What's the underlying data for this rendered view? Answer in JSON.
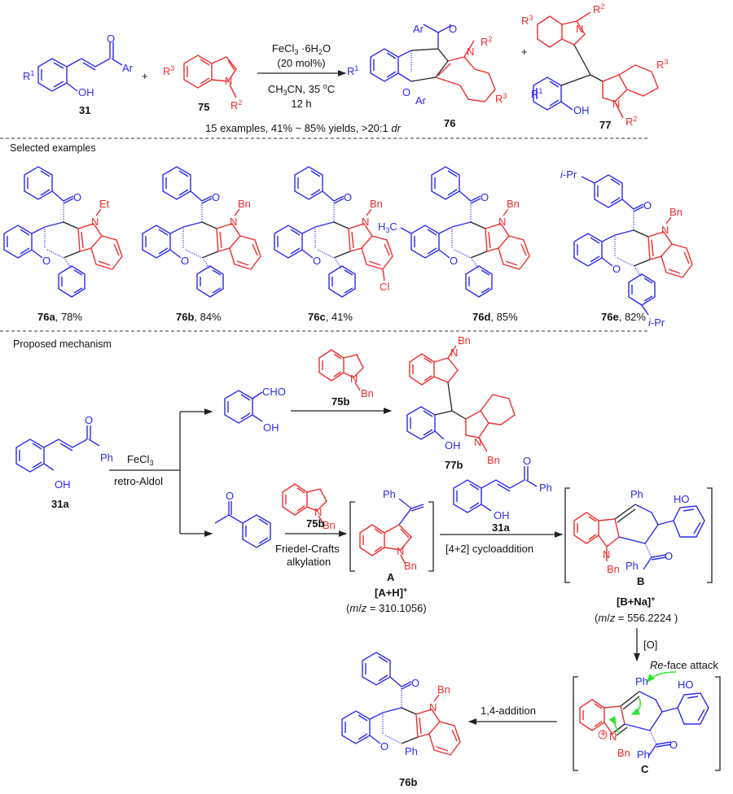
{
  "colors": {
    "substrate": "#2b2bf0",
    "indole": "#f02d2d",
    "bond": "#222222",
    "curly_arrow": "#2ee62e"
  },
  "scheme": {
    "reactant_1": {
      "label": "31",
      "groups": [
        "R1",
        "OH",
        "O",
        "Ar"
      ]
    },
    "plus_1": "+",
    "reactant_2": {
      "label": "75",
      "groups": [
        "R3",
        "N",
        "R2"
      ]
    },
    "conditions": {
      "catalyst": "FeCl3·6H2O",
      "loading": "(20 mol%)",
      "solvent_temp": "CH3CN, 35 °C",
      "time": "12 h"
    },
    "scope_summary": "15 examples, 41% ~ 85% yields, >20:1 dr",
    "product_main": {
      "label": "76",
      "groups": [
        "Ar",
        "O",
        "N",
        "R2",
        "R1",
        "O",
        "Ar",
        "R3"
      ]
    },
    "plus_2": "+",
    "product_side": {
      "label": "77",
      "groups": [
        "R3",
        "N",
        "R2",
        "R3",
        "R1",
        "OH",
        "N",
        "R2"
      ]
    }
  },
  "selected_examples": {
    "title": "Selected examples",
    "items": [
      {
        "id": "76a",
        "yield": "78%",
        "n_substituent": "Et"
      },
      {
        "id": "76b",
        "yield": "84%",
        "n_substituent": "Bn"
      },
      {
        "id": "76c",
        "yield": "41%",
        "n_substituent": "Bn",
        "indole_substituent": "Cl"
      },
      {
        "id": "76d",
        "yield": "85%",
        "n_substituent": "Bn",
        "aryl_substituent": "H3C"
      },
      {
        "id": "76e",
        "yield": "82%",
        "n_substituent": "Bn",
        "aryl_substituent": "i-Pr"
      }
    ]
  },
  "mechanism": {
    "title": "Proposed mechanism",
    "start": {
      "label": "31a",
      "groups": [
        "O",
        "Ph",
        "OH"
      ]
    },
    "step_1": {
      "reagent": "FeCl3",
      "type": "retro-Aldol"
    },
    "salicylaldehyde": {
      "groups": [
        "CHO",
        "OH"
      ]
    },
    "step_2": {
      "reagent": "75b",
      "n_substituent": "Bn"
    },
    "side_product": {
      "label": "77b",
      "groups": [
        "Bn",
        "OH",
        "Bn"
      ]
    },
    "acetophenone": {
      "groups": [
        "O"
      ]
    },
    "step_3": {
      "reagent": "75b",
      "n_substituent": "Bn",
      "type_line1": "Friedel-Crafts",
      "type_line2": "alkylation"
    },
    "intermediate_A": {
      "label": "A",
      "groups": [
        "Ph",
        "N",
        "Bn"
      ],
      "ms_ion": "[A+H]+",
      "ms_value": "(m/z = 310.1056)"
    },
    "step_4": {
      "reagent": "31a",
      "type": "[4+2] cycloaddition",
      "groups": [
        "O",
        "Ph",
        "OH"
      ]
    },
    "intermediate_B": {
      "label": "B",
      "groups": [
        "Ph",
        "HO",
        "N",
        "Bn",
        "Ph",
        "O"
      ],
      "ms_ion": "[B+Na]+",
      "ms_value": "(m/z = 556.2224 )"
    },
    "step_5": {
      "reagent": "[O]"
    },
    "intermediate_C": {
      "label": "C",
      "annotation": "Re-face attack",
      "groups": [
        "Ph",
        "HO",
        "N",
        "Bn",
        "Ph",
        "O"
      ]
    },
    "step_6": {
      "type": "1,4-addition"
    },
    "final_product": {
      "label": "76b",
      "groups": [
        "O",
        "Bn",
        "N",
        "O",
        "Ph"
      ]
    }
  }
}
